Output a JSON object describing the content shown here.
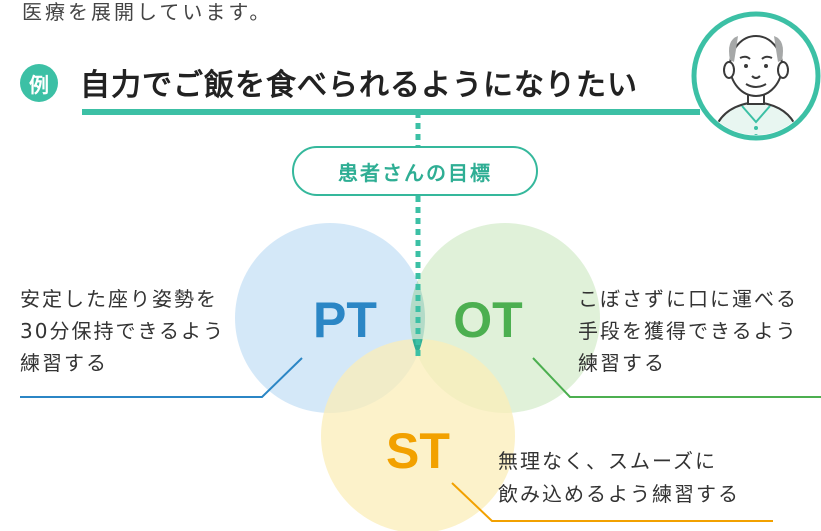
{
  "intro_text": "医療を展開しています。",
  "example_label": "例",
  "headline": "自力でご飯を食べられるようになりたい",
  "goal_label": "患者さんの目標",
  "circles": {
    "pt": {
      "label": "PT",
      "color": "#2b86c5",
      "fill": "#cfe6f7"
    },
    "ot": {
      "label": "OT",
      "color": "#4caf50",
      "fill": "#dbeed2"
    },
    "st": {
      "label": "ST",
      "color": "#f2a100",
      "fill": "#fbeeb8"
    }
  },
  "descriptions": {
    "pt": [
      "安定した座り姿勢を",
      "30分保持できるよう",
      "練習する"
    ],
    "ot": [
      "こぼさずに口に運べる",
      "手段を獲得できるよう",
      "練習する"
    ],
    "st": [
      "無理なく、スムーズに",
      "飲み込めるよう練習する"
    ]
  },
  "colors": {
    "accent": "#3cc0a5",
    "center": "#2fae94"
  },
  "icons": {
    "avatar": "elderly-patient-icon"
  }
}
